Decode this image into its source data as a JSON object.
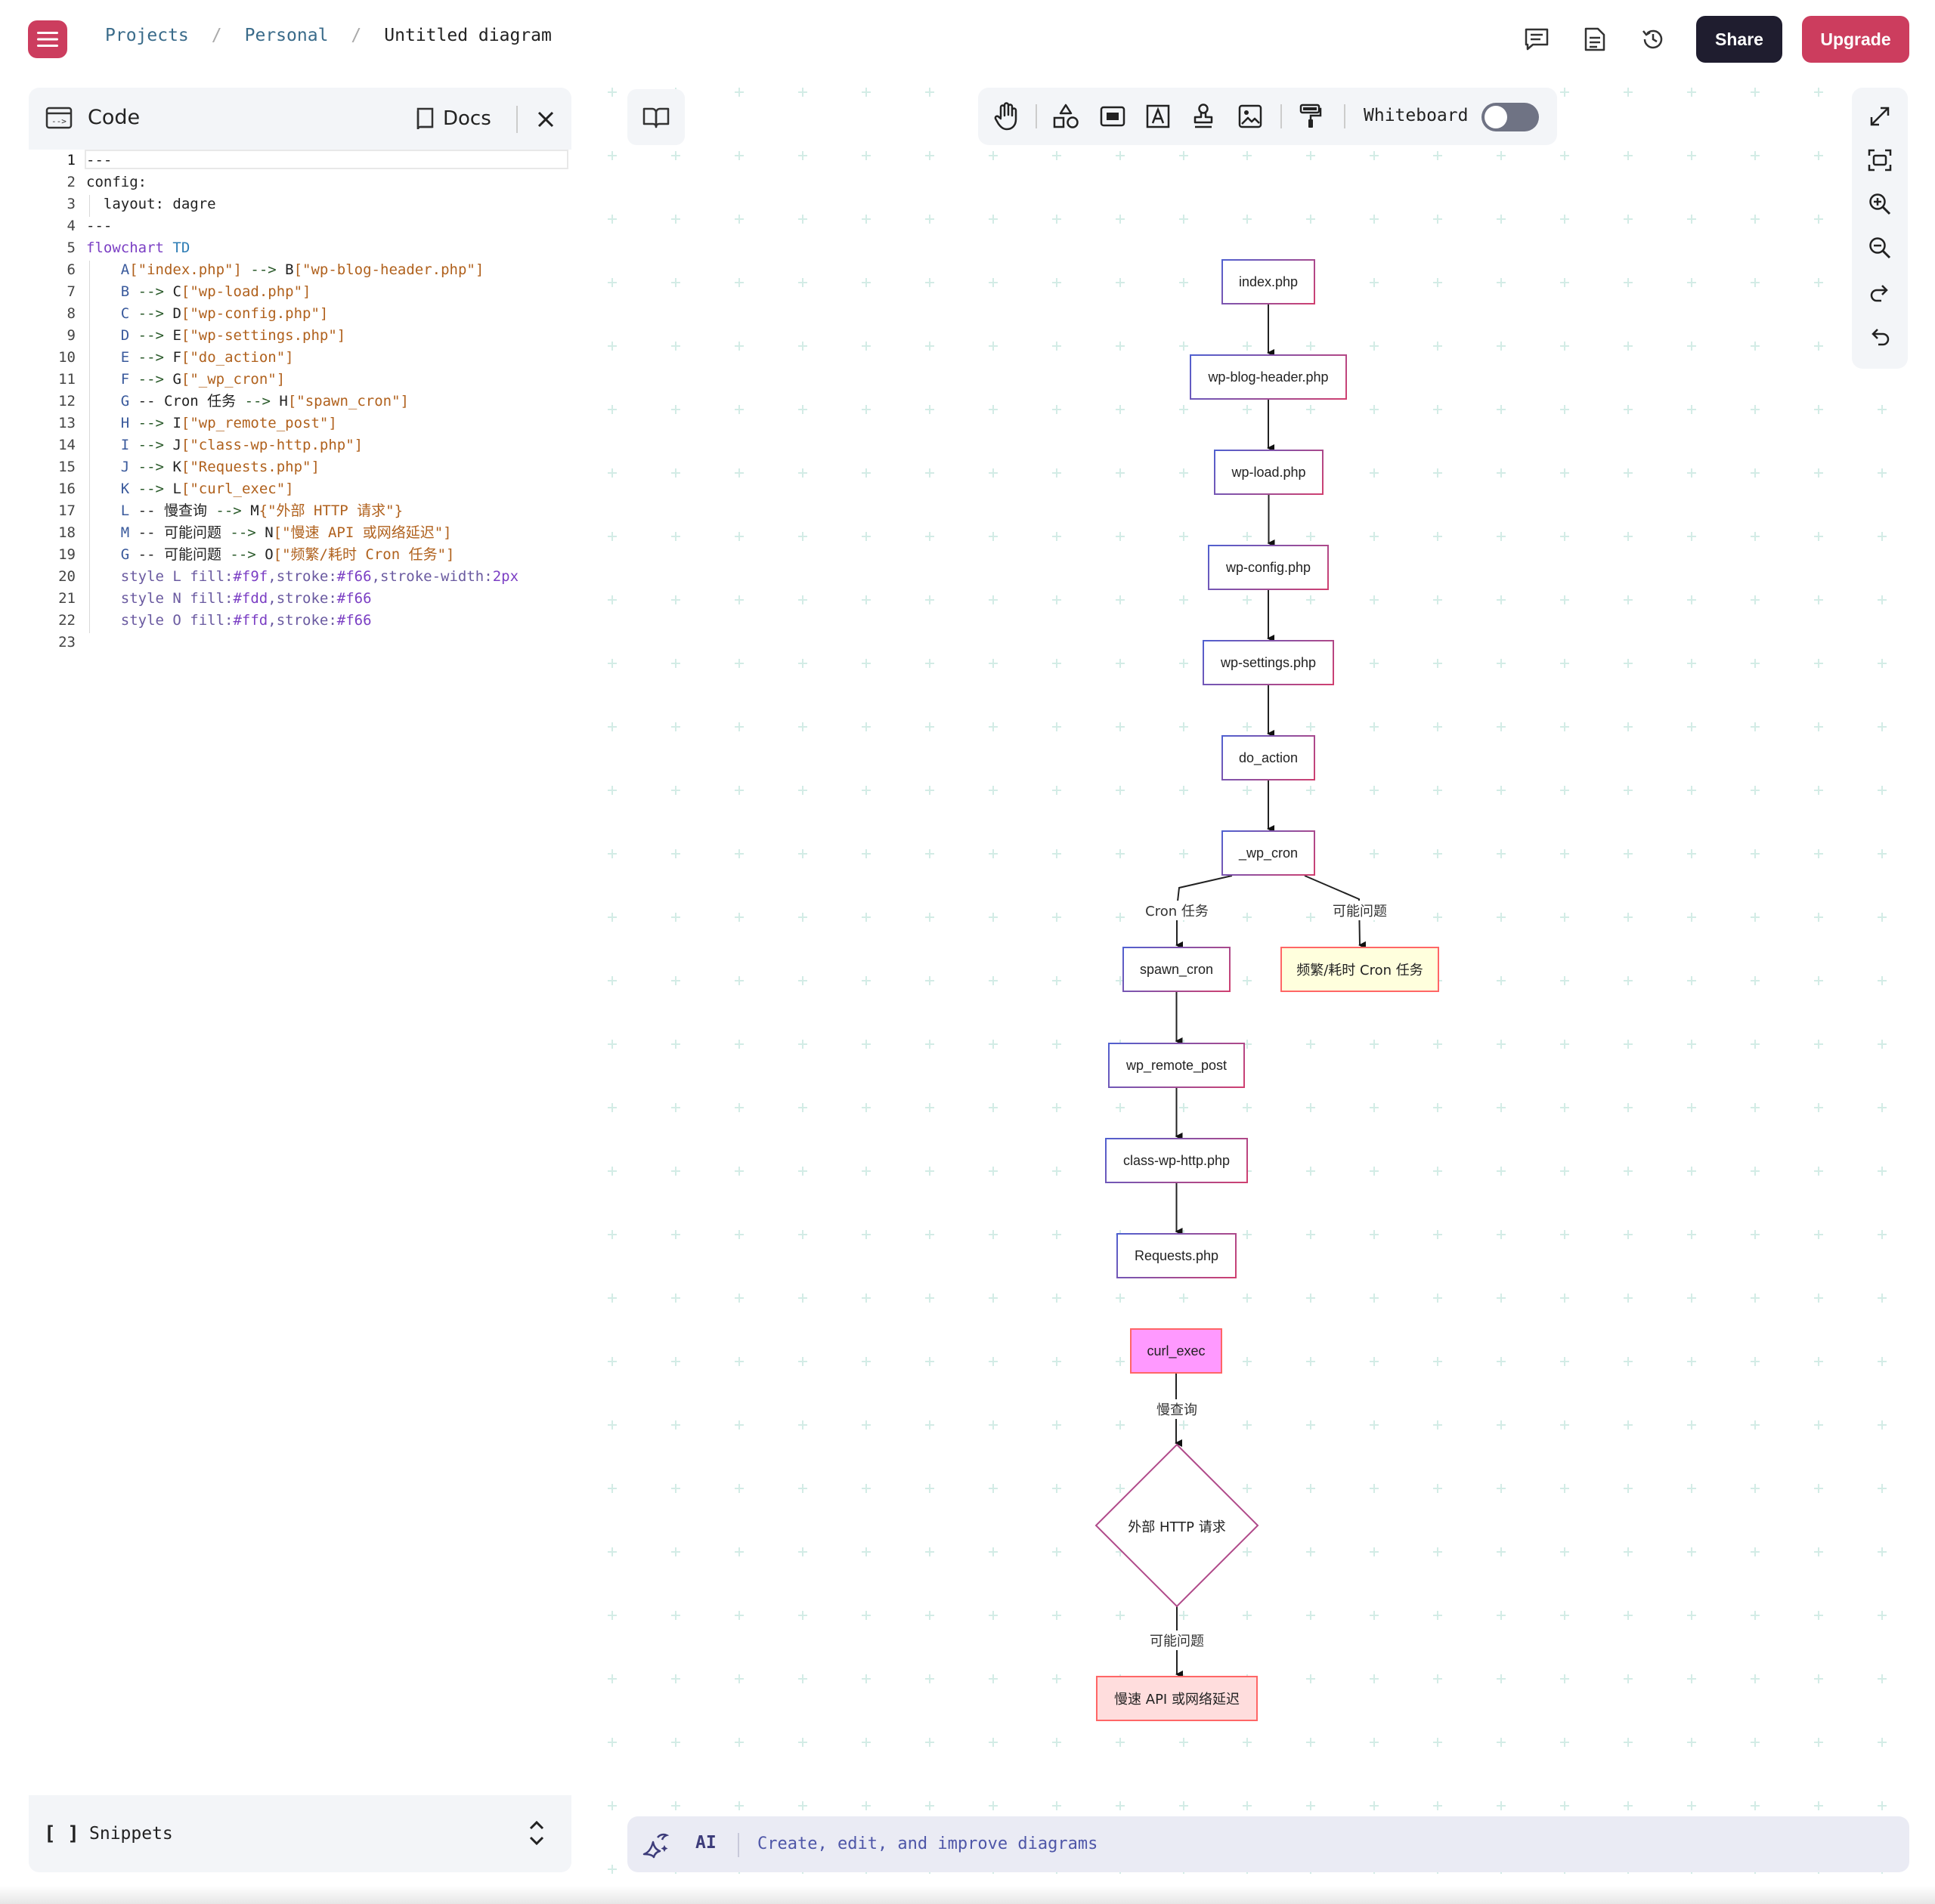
{
  "topbar": {
    "breadcrumbs": [
      "Projects",
      "Personal",
      "Untitled diagram"
    ],
    "share_label": "Share",
    "upgrade_label": "Upgrade",
    "icons": [
      "comment-icon",
      "document-icon",
      "history-icon"
    ]
  },
  "code_panel": {
    "title": "Code",
    "docs_label": "Docs",
    "snippets_label": "Snippets",
    "snippets_icon": "[ ]",
    "lines": [
      "---",
      "config:",
      "  layout: dagre",
      "---",
      "flowchart TD",
      "    A[\"index.php\"] --> B[\"wp-blog-header.php\"]",
      "    B --> C[\"wp-load.php\"]",
      "    C --> D[\"wp-config.php\"]",
      "    D --> E[\"wp-settings.php\"]",
      "    E --> F[\"do_action\"]",
      "    F --> G[\"_wp_cron\"]",
      "    G -- Cron 任务 --> H[\"spawn_cron\"]",
      "    H --> I[\"wp_remote_post\"]",
      "    I --> J[\"class-wp-http.php\"]",
      "    J --> K[\"Requests.php\"]",
      "    K --> L[\"curl_exec\"]",
      "    L -- 慢查询 --> M{\"外部 HTTP 请求\"}",
      "    M -- 可能问题 --> N[\"慢速 API 或网络延迟\"]",
      "    G -- 可能问题 --> O[\"频繁/耗时 Cron 任务\"]",
      "    style L fill:#f9f,stroke:#f66,stroke-width:2px",
      "    style N fill:#fdd,stroke:#f66",
      "    style O fill:#ffd,stroke:#f66",
      ""
    ]
  },
  "toolbar": {
    "whiteboard_label": "Whiteboard",
    "whiteboard_on": false
  },
  "diagram": {
    "nodes": {
      "A": {
        "label": "index.php",
        "shape": "rect"
      },
      "B": {
        "label": "wp-blog-header.php",
        "shape": "rect"
      },
      "C": {
        "label": "wp-load.php",
        "shape": "rect"
      },
      "D": {
        "label": "wp-config.php",
        "shape": "rect"
      },
      "E": {
        "label": "wp-settings.php",
        "shape": "rect"
      },
      "F": {
        "label": "do_action",
        "shape": "rect"
      },
      "G": {
        "label": "_wp_cron",
        "shape": "rect"
      },
      "H": {
        "label": "spawn_cron",
        "shape": "rect"
      },
      "I": {
        "label": "wp_remote_post",
        "shape": "rect"
      },
      "J": {
        "label": "class-wp-http.php",
        "shape": "rect"
      },
      "K": {
        "label": "Requests.php",
        "shape": "rect"
      },
      "L": {
        "label": "curl_exec",
        "shape": "rect",
        "fill": "#ff99ff",
        "stroke": "#ff6666"
      },
      "M": {
        "label": "外部 HTTP 请求",
        "shape": "diamond"
      },
      "N": {
        "label": "慢速 API 或网络延迟",
        "shape": "rect",
        "fill": "#ffdddd",
        "stroke": "#ff6666"
      },
      "O": {
        "label": "频繁/耗时 Cron 任务",
        "shape": "rect",
        "fill": "#ffffdd",
        "stroke": "#ff6666"
      }
    },
    "edge_labels": {
      "G_H": "Cron 任务",
      "G_O": "可能问题",
      "L_M": "慢查询",
      "M_N": "可能问题"
    }
  },
  "ai_bar": {
    "label": "AI",
    "prompt": "Create, edit, and improve diagrams"
  },
  "colors": {
    "brand": "#cc3d5e",
    "share_bg": "#1f1d2f",
    "grid_plus": "#d3ece6"
  }
}
